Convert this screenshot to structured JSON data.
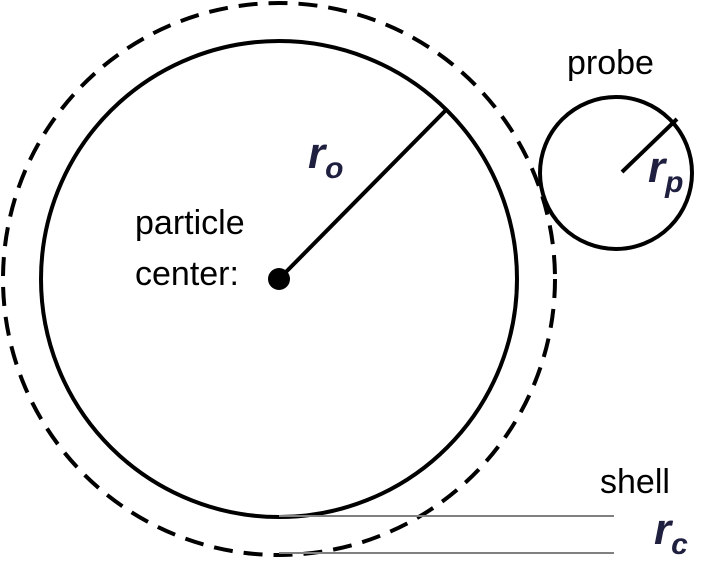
{
  "labels": {
    "probe": "probe",
    "particle": "particle",
    "center": "center:",
    "shell": "shell"
  },
  "symbols": {
    "r_o": {
      "base": "r",
      "sub": "o"
    },
    "r_p": {
      "base": "r",
      "sub": "p"
    },
    "r_c": {
      "base": "r",
      "sub": "c"
    }
  },
  "colors": {
    "stroke": "#000000",
    "guide": "#808080",
    "symbol": "#1f1f3f"
  }
}
